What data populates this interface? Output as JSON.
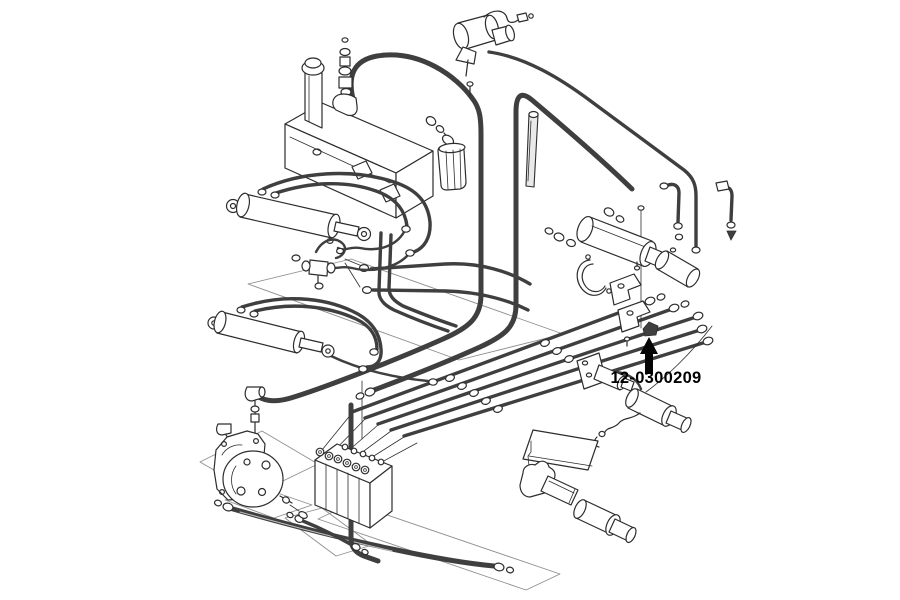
{
  "diagram": {
    "description": "Black-and-white exploded parts diagram of a hydraulic system: reservoir tank with filler cap, oil filter, solenoid valve, hydraulic hoses, control valve block, gear pump, hydraulic cylinders, clamps and mounting brackets",
    "colors": {
      "background": "#ffffff",
      "line": "#2d2d2d",
      "hose": "#3f3f3f",
      "hoselight": "#bdbdbd",
      "label": "#000000",
      "arrow": "#050505",
      "plane": "#8f8f8f"
    },
    "callout": {
      "part_number": "12-0300209",
      "arrow_direction": "up"
    },
    "components": [
      "reservoir-tank",
      "filler-cap",
      "tank-fittings",
      "suction-hose",
      "return-hose",
      "pressure-hose",
      "oil-filter",
      "solenoid-valve",
      "breather-tube",
      "upper-left-cylinder",
      "lower-left-cylinder",
      "hose-junction",
      "control-valve-block",
      "hydraulic-pump",
      "hose-bundle",
      "bottom-hoses",
      "trim-cylinder",
      "hose-clamp",
      "mounting-brackets",
      "bracket-with-cylinder",
      "lower-right-cylinder",
      "anchor-bracket",
      "small-cylinder",
      "mounting-plate",
      "reference-planes"
    ]
  }
}
